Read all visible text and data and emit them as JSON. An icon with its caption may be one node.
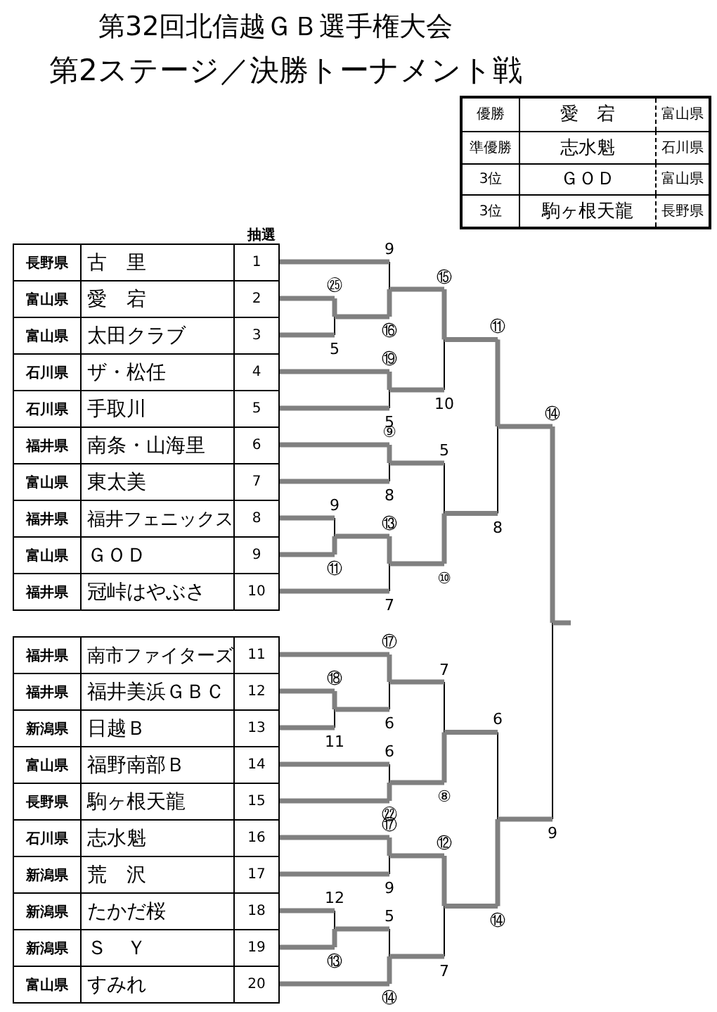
{
  "diagram": {
    "title": "第32回北信越ＧＢ選手権大会",
    "labels": [
      "第2ステージ／決勝トーナメント戦",
      "優勝",
      "愛　宕",
      "富山県",
      "準優勝",
      "志水魁",
      "石川県",
      "3位",
      "ＧＯＤ",
      "富山県",
      "3位",
      "駒ヶ根天龍",
      "長野県",
      "抽選",
      "長野県",
      "古　里",
      "1",
      "富山県",
      "愛　宕",
      "2",
      "富山県",
      "太田クラブ",
      "3",
      "石川県",
      "ザ・松任",
      "4",
      "石川県",
      "手取川",
      "5",
      "福井県",
      "南条・山海里",
      "6",
      "富山県",
      "東太美",
      "7",
      "福井県",
      "福井フェニックス",
      "8",
      "富山県",
      "ＧＯＤ",
      "9",
      "福井県",
      "冠峠はやぶさ",
      "10",
      "福井県",
      "南市ファイターズ",
      "11",
      "福井県",
      "福井美浜ＧＢＣ",
      "12",
      "新潟県",
      "日越Ｂ",
      "13",
      "富山県",
      "福野南部Ｂ",
      "14",
      "長野県",
      "駒ヶ根天龍",
      "15",
      "石川県",
      "志水魁",
      "16",
      "新潟県",
      "荒　沢",
      "17",
      "新潟県",
      "たかだ桜",
      "18",
      "新潟県",
      "Ｓ　Ｙ",
      "19",
      "富山県",
      "すみれ",
      "20",
      "㉕",
      "5",
      "9",
      "⑯",
      "⑲",
      "5",
      "⑮",
      "10",
      "⑨",
      "8",
      "9",
      "⑪",
      "⑬",
      "7",
      "5",
      "⑩",
      "⑪",
      "8",
      "⑱",
      "11",
      "⑰",
      "6",
      "6",
      "㉒",
      "7",
      "⑧",
      "⑰",
      "9",
      "12",
      "⑬",
      "5",
      "⑭",
      "⑫",
      "7",
      "6",
      "⑭",
      "⑭",
      "9"
    ]
  }
}
